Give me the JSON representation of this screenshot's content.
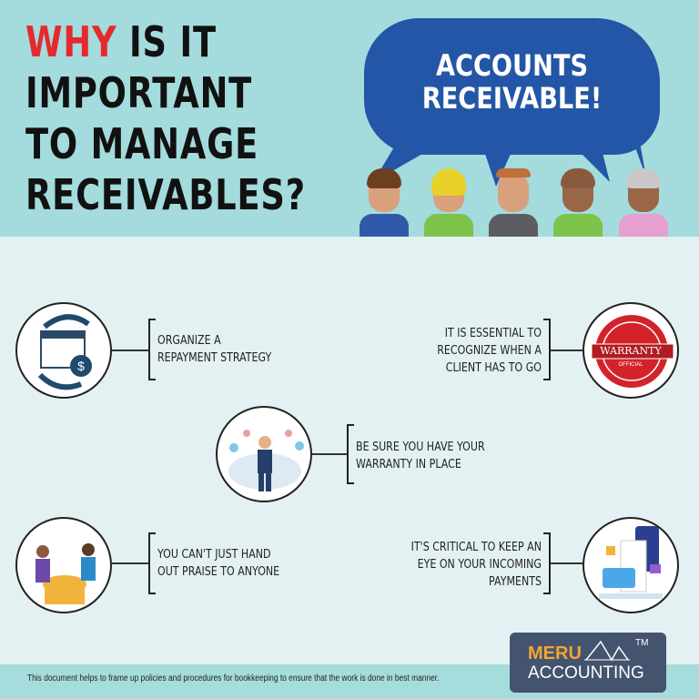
{
  "header": {
    "title_highlight": "WHY",
    "title_rest_1": " IS IT",
    "title_line2": "IMPORTANT",
    "title_line3": "TO MANAGE",
    "title_line4": "RECEIVABLES?",
    "bubble_line1": "ACCOUNTS",
    "bubble_line2": "RECEIVABLE!"
  },
  "colors": {
    "highlight": "#e52a2f",
    "bubble": "#2356a6",
    "header_bg": "#a4dbdc",
    "body_bg": "#e4f1f2",
    "logo_bg": "#44546f",
    "logo_accent": "#f2a531"
  },
  "items": [
    {
      "text": "Organize a repayment strategy",
      "icon": "calendar-dollar-icon"
    },
    {
      "text": "It is essential to recognize when a client has to go",
      "icon": "warranty-seal-icon",
      "seal": "WARRANTY",
      "seal_sub": "OFFICIAL"
    },
    {
      "text": "Be sure you have your warranty in place",
      "icon": "businessman-praise-icon"
    },
    {
      "text": "You can't just hand out praise to anyone",
      "icon": "meeting-table-icon"
    },
    {
      "text": "It's critical to keep an eye on your incoming payments",
      "icon": "mobile-payment-icon"
    }
  ],
  "footer": {
    "note": "This document helps to frame up policies and procedures for bookkeeping to ensure that the work is done in best manner.",
    "logo_meru": "MERU",
    "logo_accounting": "ACCOUNTING",
    "logo_tm": "TM"
  }
}
